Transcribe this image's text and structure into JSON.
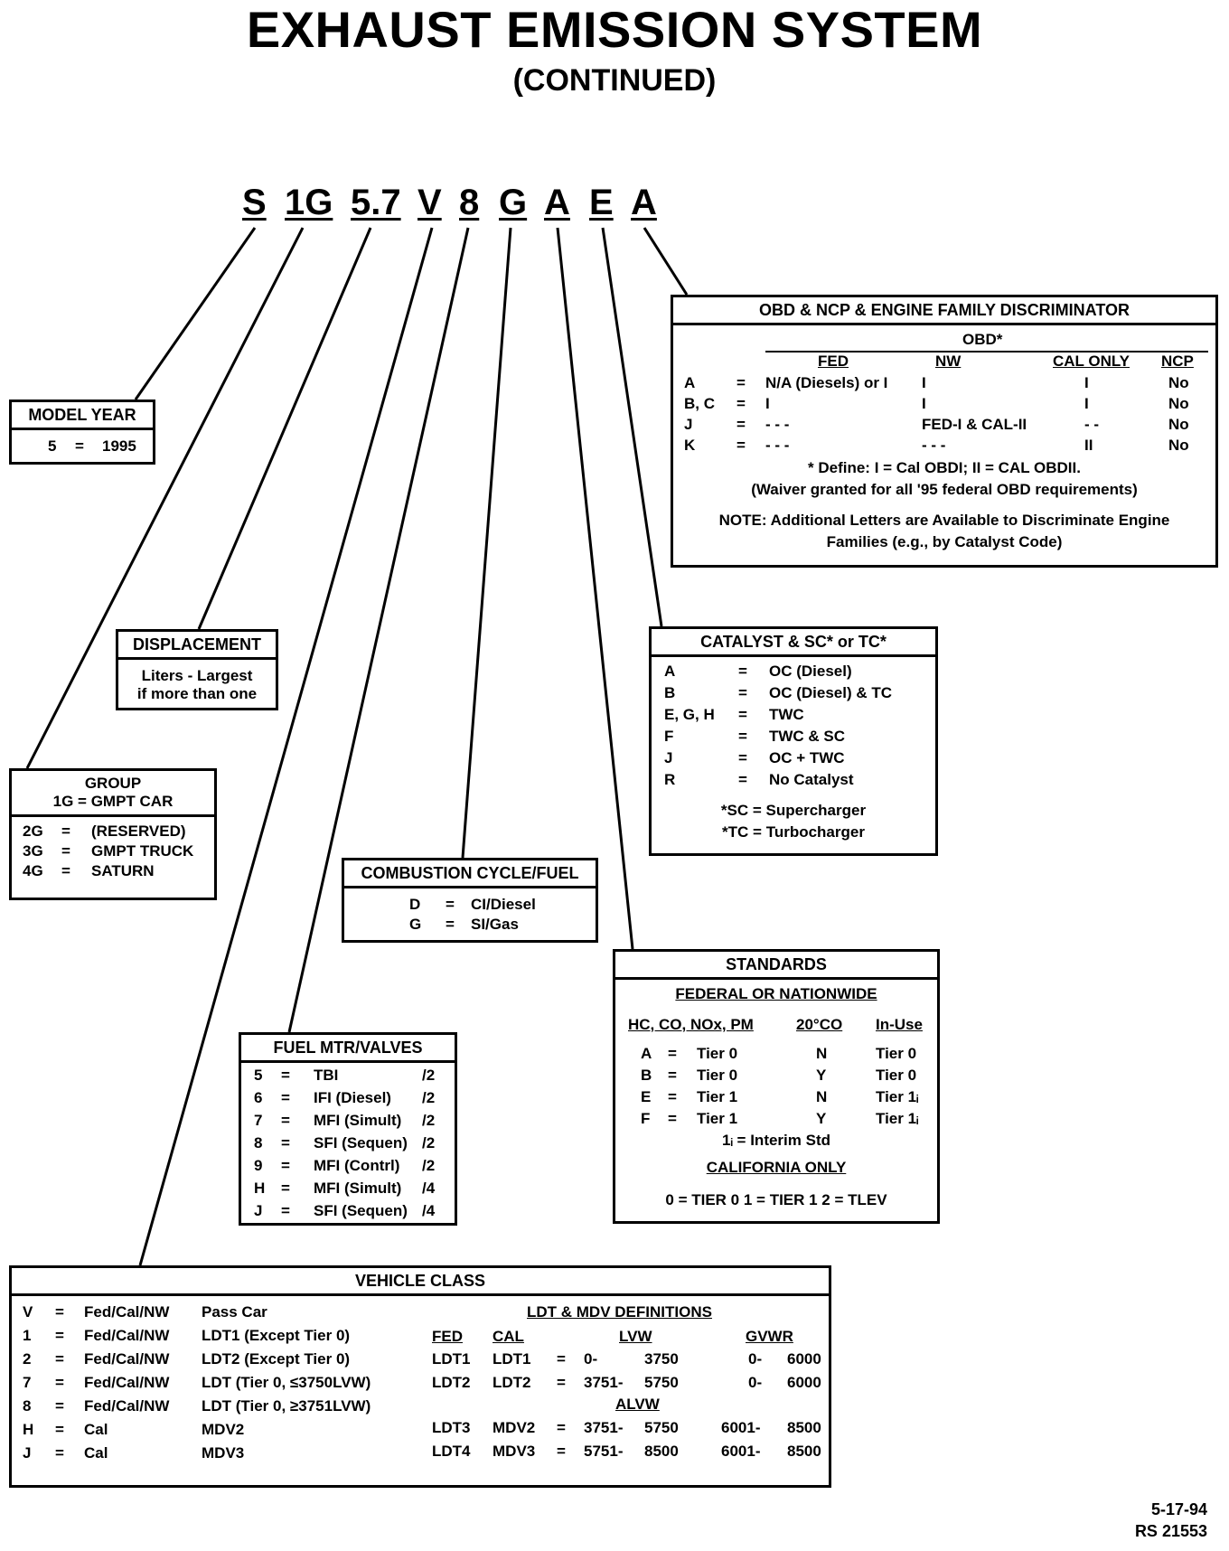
{
  "title": "EXHAUST EMISSION SYSTEM",
  "subtitle": "(CONTINUED)",
  "code": [
    "S",
    "1G",
    "5.7",
    "V",
    "8",
    "G",
    "A",
    "E",
    "A"
  ],
  "model_year": {
    "header": "MODEL YEAR",
    "row": [
      "5",
      "=",
      "1995"
    ]
  },
  "displacement": {
    "header": "DISPLACEMENT",
    "line1": "Liters - Largest",
    "line2": "if more than one"
  },
  "group": {
    "header1": "GROUP",
    "header2": "1G  =  GMPT CAR",
    "rows": [
      [
        "2G",
        "=",
        "(RESERVED)"
      ],
      [
        "3G",
        "=",
        "GMPT TRUCK"
      ],
      [
        "4G",
        "=",
        "SATURN"
      ]
    ]
  },
  "combustion": {
    "header": "COMBUSTION CYCLE/FUEL",
    "rows": [
      [
        "D",
        "=",
        "CI/Diesel"
      ],
      [
        "G",
        "=",
        "SI/Gas"
      ]
    ]
  },
  "fuel": {
    "header": "FUEL MTR/VALVES",
    "rows": [
      [
        "5",
        "=",
        "TBI",
        "/2"
      ],
      [
        "6",
        "=",
        "IFI (Diesel)",
        "/2"
      ],
      [
        "7",
        "=",
        "MFI (Simult)",
        "/2"
      ],
      [
        "8",
        "=",
        "SFI (Sequen)",
        "/2"
      ],
      [
        "9",
        "=",
        "MFI (Contrl)",
        "/2"
      ],
      [
        "H",
        "=",
        "MFI (Simult)",
        "/4"
      ],
      [
        "J",
        "=",
        "SFI (Sequen)",
        "/4"
      ]
    ]
  },
  "obd": {
    "header": "OBD & NCP & ENGINE FAMILY DISCRIMINATOR",
    "group_label": "OBD*",
    "cols": [
      "FED",
      "NW",
      "CAL ONLY",
      "NCP"
    ],
    "rows": [
      [
        "A",
        "=",
        "N/A (Diesels) or I",
        "I",
        "I",
        "No"
      ],
      [
        "B, C",
        "=",
        "I",
        "I",
        "I",
        "No"
      ],
      [
        "J",
        "=",
        "- - -",
        "FED-I & CAL-II",
        "- -",
        "No"
      ],
      [
        "K",
        "=",
        "- - -",
        "- - -",
        "II",
        "No"
      ]
    ],
    "define": "* Define:  I = Cal  OBDI;    II = CAL  OBDII.",
    "waiver": "(Waiver granted for all '95 federal OBD requirements)",
    "note1": "NOTE:  Additional Letters are Available to Discriminate Engine",
    "note2": "Families (e.g., by Catalyst Code)"
  },
  "catalyst": {
    "header": "CATALYST & SC* or TC*",
    "rows": [
      [
        "A",
        "=",
        "OC  (Diesel)"
      ],
      [
        "B",
        "=",
        "OC  (Diesel)  &  TC"
      ],
      [
        "E, G, H",
        "=",
        "TWC"
      ],
      [
        "F",
        "=",
        "TWC  &  SC"
      ],
      [
        "J",
        "=",
        "OC + TWC"
      ],
      [
        "R",
        "=",
        "No Catalyst"
      ]
    ],
    "foot1": "*SC = Supercharger",
    "foot2": "*TC = Turbocharger"
  },
  "standards": {
    "header": "STANDARDS",
    "sub": "FEDERAL OR NATIONWIDE",
    "cols": [
      "HC, CO, NOx, PM",
      "20°CO",
      "In-Use"
    ],
    "rows": [
      [
        "A",
        "=",
        "Tier  0",
        "N",
        "Tier  0"
      ],
      [
        "B",
        "=",
        "Tier  0",
        "Y",
        "Tier  0"
      ],
      [
        "E",
        "=",
        "Tier  1",
        "N",
        "Tier 1ᵢ"
      ],
      [
        "F",
        "=",
        "Tier  1",
        "Y",
        "Tier 1ᵢ"
      ]
    ],
    "interim": "1ᵢ   =   Interim Std",
    "cal_only": "CALIFORNIA ONLY",
    "cal_row": "0 = TIER 0      1 = TIER 1      2 = TLEV"
  },
  "vehicle": {
    "header": "VEHICLE CLASS",
    "rows": [
      [
        "V",
        "=",
        "Fed/Cal/NW",
        "Pass Car"
      ],
      [
        "1",
        "=",
        "Fed/Cal/NW",
        "LDT1  (Except Tier 0)"
      ],
      [
        "2",
        "=",
        "Fed/Cal/NW",
        "LDT2  (Except Tier 0)"
      ],
      [
        "7",
        "=",
        "Fed/Cal/NW",
        "LDT  (Tier 0, ≤3750LVW)"
      ],
      [
        "8",
        "=",
        "Fed/Cal/NW",
        "LDT  (Tier 0, ≥3751LVW)"
      ],
      [
        "H",
        "=",
        "Cal",
        "MDV2"
      ],
      [
        "J",
        "=",
        "Cal",
        "MDV3"
      ]
    ],
    "defs_title": "LDT & MDV DEFINITIONS",
    "def_cols": [
      "FED",
      "CAL",
      "LVW",
      "GVWR"
    ],
    "def_rows": [
      [
        "LDT1",
        "LDT1",
        "=",
        "0-",
        "3750",
        "0-",
        "6000"
      ],
      [
        "LDT2",
        "LDT2",
        "=",
        "3751-",
        "5750",
        "0-",
        "6000"
      ]
    ],
    "alvw": "ALVW",
    "def_rows2": [
      [
        "LDT3",
        "MDV2",
        "=",
        "3751-",
        "5750",
        "6001-",
        "8500"
      ],
      [
        "LDT4",
        "MDV3",
        "=",
        "5751-",
        "8500",
        "6001-",
        "8500"
      ]
    ]
  },
  "footer": {
    "date": "5-17-94",
    "ref": "RS 21553"
  }
}
